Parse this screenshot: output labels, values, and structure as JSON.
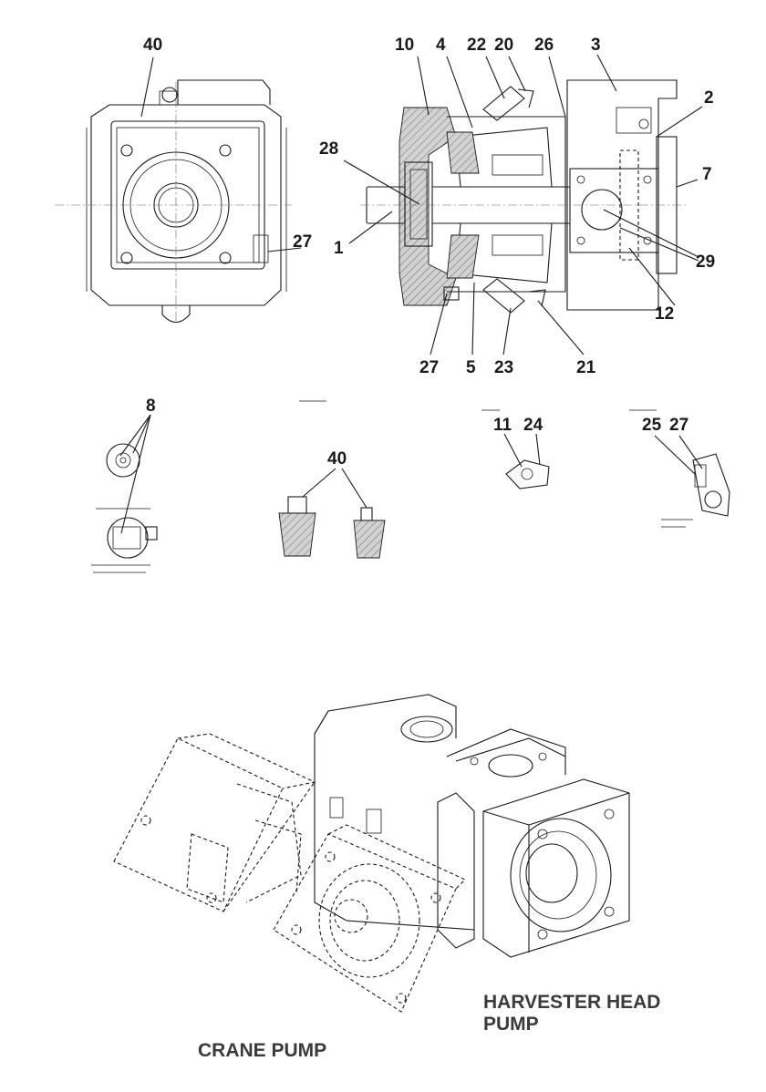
{
  "callouts": {
    "n40_top": "40",
    "n10": "10",
    "n4": "4",
    "n22": "22",
    "n20": "20",
    "n26": "26",
    "n3": "3",
    "n2": "2",
    "n7": "7",
    "n28": "28",
    "n1": "1",
    "n27_left": "27",
    "n29": "29",
    "n12": "12",
    "n27_bottom": "27",
    "n5": "5",
    "n23": "23",
    "n21": "21",
    "n8": "8",
    "n40_mid": "40",
    "n11": "11",
    "n24": "24",
    "n25": "25",
    "n27_right": "27"
  },
  "captions": {
    "harvester_line1": "HARVESTER HEAD",
    "harvester_line2": "PUMP",
    "crane": "CRANE PUMP"
  }
}
